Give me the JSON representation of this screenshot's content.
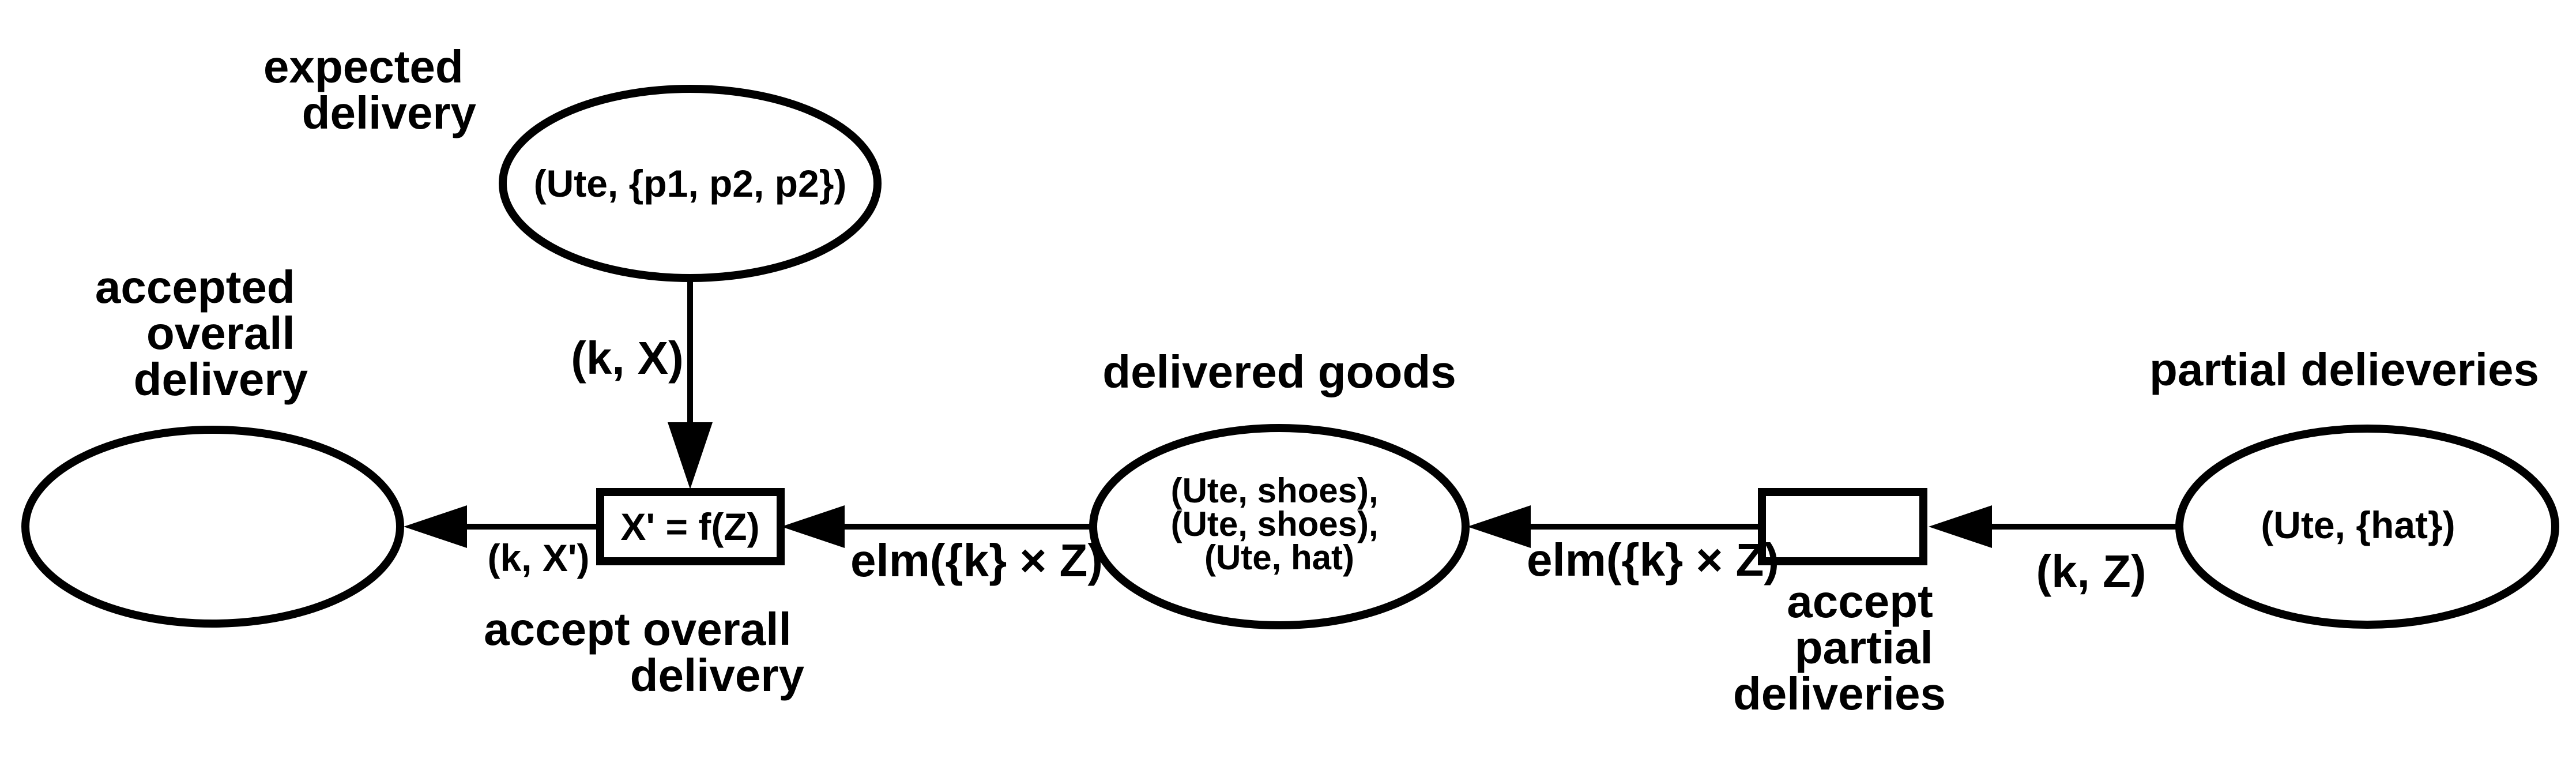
{
  "places": {
    "expected_delivery": {
      "label_lines": [
        "expected",
        "delivery"
      ],
      "token_lines": [
        "(Ute, {p1, p2, p2})"
      ]
    },
    "accepted_overall_delivery": {
      "label_lines": [
        "accepted",
        "overall",
        "delivery"
      ],
      "token_lines": []
    },
    "delivered_goods": {
      "label_lines": [
        "delivered goods"
      ],
      "token_lines": [
        "(Ute, shoes),",
        "(Ute, shoes),",
        "(Ute, hat)"
      ]
    },
    "partial_deliveries": {
      "label_lines": [
        "partial delieveries"
      ],
      "token_lines": [
        "(Ute, {hat})"
      ]
    }
  },
  "transitions": {
    "accept_overall_delivery": {
      "inscription": "X' = f(Z)",
      "label_lines": [
        "accept overall",
        "delivery"
      ]
    },
    "accept_partial_deliveries": {
      "inscription": "",
      "label_lines": [
        "accept",
        "partial",
        "deliveries"
      ]
    }
  },
  "arcs": {
    "expected_to_accept_overall": "(k, X)",
    "accept_overall_to_accepted": "(k, X')",
    "delivered_to_accept_overall": "elm({k} × Z)",
    "accept_partial_to_delivered": "elm({k} × Z)",
    "partial_to_accept_partial": "(k, Z)"
  },
  "colors": {
    "stroke": "#000000",
    "background": "#ffffff"
  }
}
